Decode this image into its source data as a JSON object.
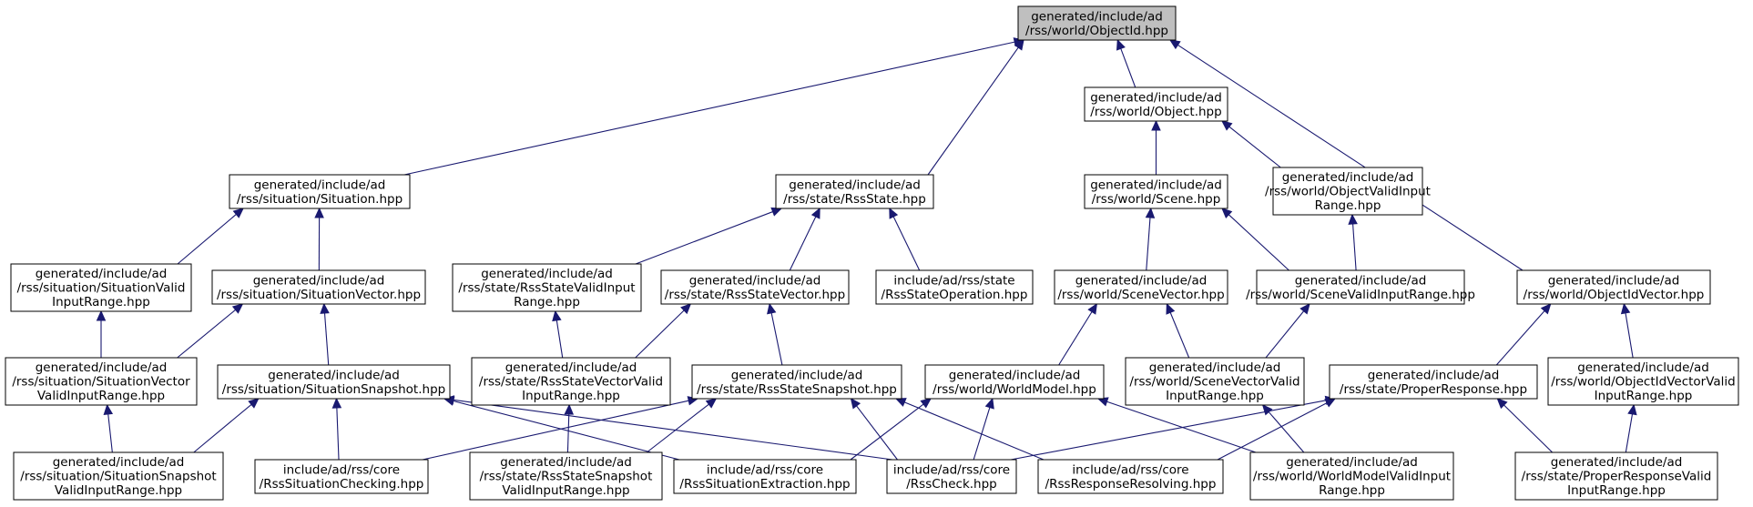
{
  "graph_title": "",
  "edge_color": "#191970",
  "root_fill": "#bfbfbf",
  "nodes": [
    {
      "id": "objectid",
      "lines": [
        "generated/include/ad",
        "/rss/world/ObjectId.hpp"
      ],
      "root": true
    },
    {
      "id": "situation",
      "lines": [
        "generated/include/ad",
        "/rss/situation/Situation.hpp"
      ]
    },
    {
      "id": "rssstate",
      "lines": [
        "generated/include/ad",
        "/rss/state/RssState.hpp"
      ]
    },
    {
      "id": "object",
      "lines": [
        "generated/include/ad",
        "/rss/world/Object.hpp"
      ]
    },
    {
      "id": "scene",
      "lines": [
        "generated/include/ad",
        "/rss/world/Scene.hpp"
      ]
    },
    {
      "id": "objectvalid",
      "lines": [
        "generated/include/ad",
        "/rss/world/ObjectValidInput",
        "Range.hpp"
      ]
    },
    {
      "id": "situationvalid",
      "lines": [
        "generated/include/ad",
        "/rss/situation/SituationValid",
        "InputRange.hpp"
      ]
    },
    {
      "id": "situationvector",
      "lines": [
        "generated/include/ad",
        "/rss/situation/SituationVector.hpp"
      ]
    },
    {
      "id": "rssstatevalid",
      "lines": [
        "generated/include/ad",
        "/rss/state/RssStateValidInput",
        "Range.hpp"
      ]
    },
    {
      "id": "rssstatevector",
      "lines": [
        "generated/include/ad",
        "/rss/state/RssStateVector.hpp"
      ]
    },
    {
      "id": "rssstateoperation",
      "lines": [
        "include/ad/rss/state",
        "/RssStateOperation.hpp"
      ]
    },
    {
      "id": "scenevector",
      "lines": [
        "generated/include/ad",
        "/rss/world/SceneVector.hpp"
      ]
    },
    {
      "id": "scenevalid",
      "lines": [
        "generated/include/ad",
        "/rss/world/SceneValidInputRange.hpp"
      ]
    },
    {
      "id": "objectidvector",
      "lines": [
        "generated/include/ad",
        "/rss/world/ObjectIdVector.hpp"
      ]
    },
    {
      "id": "situationvectorvalid",
      "lines": [
        "generated/include/ad",
        "/rss/situation/SituationVector",
        "ValidInputRange.hpp"
      ]
    },
    {
      "id": "situationsnapshot",
      "lines": [
        "generated/include/ad",
        "/rss/situation/SituationSnapshot.hpp"
      ]
    },
    {
      "id": "rssstatevectorvalid",
      "lines": [
        "generated/include/ad",
        "/rss/state/RssStateVectorValid",
        "InputRange.hpp"
      ]
    },
    {
      "id": "rssstatesnapshot",
      "lines": [
        "generated/include/ad",
        "/rss/state/RssStateSnapshot.hpp"
      ]
    },
    {
      "id": "worldmodel",
      "lines": [
        "generated/include/ad",
        "/rss/world/WorldModel.hpp"
      ]
    },
    {
      "id": "scenevectorvalid",
      "lines": [
        "generated/include/ad",
        "/rss/world/SceneVectorValid",
        "InputRange.hpp"
      ]
    },
    {
      "id": "properresponse",
      "lines": [
        "generated/include/ad",
        "/rss/state/ProperResponse.hpp"
      ]
    },
    {
      "id": "objectidvectorvalid",
      "lines": [
        "generated/include/ad",
        "/rss/world/ObjectIdVectorValid",
        "InputRange.hpp"
      ]
    },
    {
      "id": "situationsnapshotvalid",
      "lines": [
        "generated/include/ad",
        "/rss/situation/SituationSnapshot",
        "ValidInputRange.hpp"
      ]
    },
    {
      "id": "rsssituationchecking",
      "lines": [
        "include/ad/rss/core",
        "/RssSituationChecking.hpp"
      ]
    },
    {
      "id": "rssstatesnapshotvalid",
      "lines": [
        "generated/include/ad",
        "/rss/state/RssStateSnapshot",
        "ValidInputRange.hpp"
      ]
    },
    {
      "id": "rsssituationextraction",
      "lines": [
        "include/ad/rss/core",
        "/RssSituationExtraction.hpp"
      ]
    },
    {
      "id": "rsscheck",
      "lines": [
        "include/ad/rss/core",
        "/RssCheck.hpp"
      ]
    },
    {
      "id": "rssresponseresolving",
      "lines": [
        "include/ad/rss/core",
        "/RssResponseResolving.hpp"
      ]
    },
    {
      "id": "worldmodelvalid",
      "lines": [
        "generated/include/ad",
        "/rss/world/WorldModelValidInput",
        "Range.hpp"
      ]
    },
    {
      "id": "properresponsevalid",
      "lines": [
        "generated/include/ad",
        "/rss/state/ProperResponseValid",
        "InputRange.hpp"
      ]
    }
  ],
  "edges": [
    [
      "situation",
      "objectid"
    ],
    [
      "rssstate",
      "objectid"
    ],
    [
      "object",
      "objectid"
    ],
    [
      "objectidvector",
      "objectid"
    ],
    [
      "scene",
      "object"
    ],
    [
      "objectvalid",
      "object"
    ],
    [
      "situationvalid",
      "situation"
    ],
    [
      "situationvector",
      "situation"
    ],
    [
      "rssstatevalid",
      "rssstate"
    ],
    [
      "rssstatevector",
      "rssstate"
    ],
    [
      "rssstateoperation",
      "rssstate"
    ],
    [
      "scenevector",
      "scene"
    ],
    [
      "scenevalid",
      "scene"
    ],
    [
      "scenevalid",
      "objectvalid"
    ],
    [
      "situationvectorvalid",
      "situationvalid"
    ],
    [
      "situationvectorvalid",
      "situationvector"
    ],
    [
      "situationsnapshot",
      "situationvector"
    ],
    [
      "rssstatevectorvalid",
      "rssstatevalid"
    ],
    [
      "rssstatevectorvalid",
      "rssstatevector"
    ],
    [
      "rssstatesnapshot",
      "rssstatevector"
    ],
    [
      "worldmodel",
      "scenevector"
    ],
    [
      "scenevectorvalid",
      "scenevector"
    ],
    [
      "scenevectorvalid",
      "scenevalid"
    ],
    [
      "properresponse",
      "objectidvector"
    ],
    [
      "objectidvectorvalid",
      "objectidvector"
    ],
    [
      "situationsnapshotvalid",
      "situationvectorvalid"
    ],
    [
      "situationsnapshotvalid",
      "situationsnapshot"
    ],
    [
      "rsssituationchecking",
      "situationsnapshot"
    ],
    [
      "rsssituationextraction",
      "situationsnapshot"
    ],
    [
      "rsscheck",
      "situationsnapshot"
    ],
    [
      "rssstatesnapshotvalid",
      "rssstatevectorvalid"
    ],
    [
      "rssstatesnapshotvalid",
      "rssstatesnapshot"
    ],
    [
      "rsssituationchecking",
      "rssstatesnapshot"
    ],
    [
      "rsscheck",
      "rssstatesnapshot"
    ],
    [
      "rssresponseresolving",
      "rssstatesnapshot"
    ],
    [
      "rsssituationextraction",
      "worldmodel"
    ],
    [
      "rsscheck",
      "worldmodel"
    ],
    [
      "worldmodelvalid",
      "worldmodel"
    ],
    [
      "worldmodelvalid",
      "scenevectorvalid"
    ],
    [
      "rsscheck",
      "properresponse"
    ],
    [
      "rssresponseresolving",
      "properresponse"
    ],
    [
      "properresponsevalid",
      "properresponse"
    ],
    [
      "properresponsevalid",
      "objectidvectorvalid"
    ]
  ]
}
